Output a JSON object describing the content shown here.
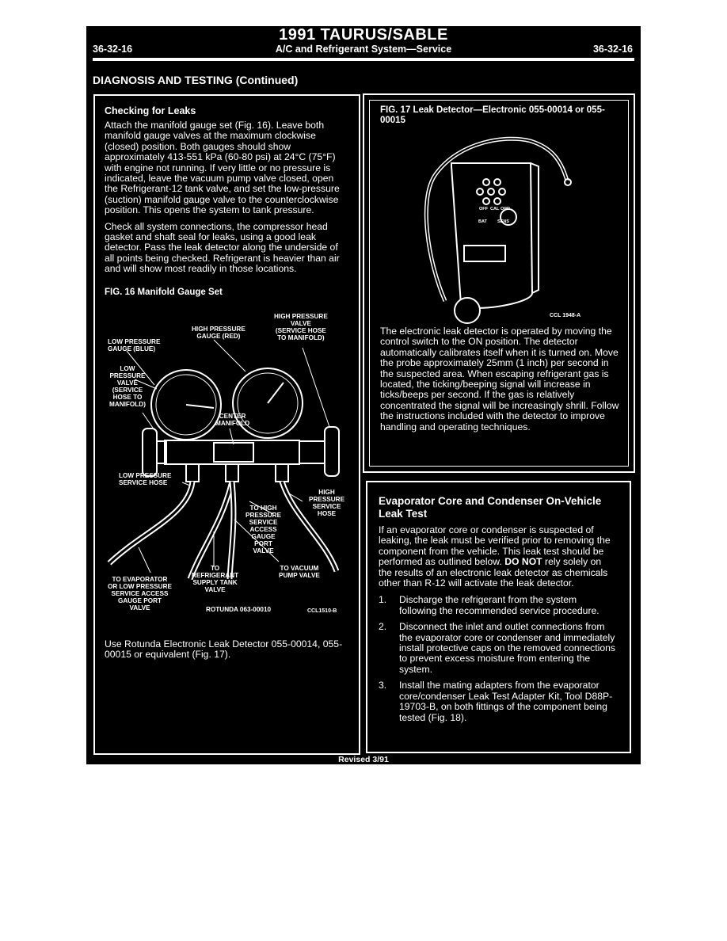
{
  "header": {
    "title": "1991 TAURUS/SABLE",
    "page_left": "36-32-16",
    "page_center": "A/C and Refrigerant System—Service",
    "page_right": "36-32-16"
  },
  "section_title": "DIAGNOSIS AND TESTING (Continued)",
  "left": {
    "heading": "Checking for Leaks",
    "para1": "Attach the manifold gauge set (Fig. 16). Leave both manifold gauge valves at the maximum clockwise (closed) position. Both gauges should show approximately 413-551 kPa (60-80 psi) at 24°C (75°F) with engine not running. If very little or no pressure is indicated, leave the vacuum pump valve closed, open the Refrigerant-12 tank valve, and set the low-pressure (suction) manifold gauge valve to the counterclockwise position. This opens the system to tank pressure.",
    "para2": "Check all system connections, the compressor head gasket and shaft seal for leaks, using a good leak detector. Pass the leak detector along the underside of all points being checked. Refrigerant is heavier than air and will show most readily in those locations.",
    "fig_caption": "FIG. 16 Manifold Gauge Set",
    "labels": {
      "low_gauge": "LOW PRESSURE\nGAUGE (BLUE)",
      "high_gauge": "HIGH PRESSURE\nGAUGE (RED)",
      "high_valve": "HIGH PRESSURE\nVALVE\n(SERVICE HOSE\nTO MANIFOLD)",
      "low_valve": "LOW\nPRESSURE\nVALVE\n(SERVICE\nHOSE TO\nMANIFOLD)",
      "center": "CENTER\nMANIFOLD",
      "low_hose": "LOW PRESSURE\nSERVICE HOSE",
      "high_hose": "HIGH\nPRESSURE\nSERVICE\nHOSE",
      "to_high": "TO HIGH\nPRESSURE\nSERVICE\nACCESS\nGAUGE\nPORT\nVALVE",
      "to_vac": "TO VACUUM\nPUMP VALVE",
      "to_tank": "TO\nREFRIGERANT\nSUPPLY TANK\nVALVE",
      "to_evap": "TO EVAPORATOR\nOR LOW PRESSURE\nSERVICE ACCESS\nGAUGE PORT\nVALVE",
      "rotunda": "ROTUNDA 063-00010",
      "code": "CCL1510-B"
    },
    "closing": "Use Rotunda Electronic Leak Detector 055-00014, 055-00015 or equivalent (Fig. 17)."
  },
  "right_top": {
    "fig_caption": "FIG. 17 Leak Detector—Electronic 055-00014 or 055-00015",
    "device_labels": {
      "off": "OFF",
      "cal": "CAL",
      "opr": "OPR",
      "bat": "BAT",
      "sens": "SENS"
    },
    "code": "CCL 1948-A",
    "para": "The electronic leak detector is operated by moving the control switch to the ON position. The detector automatically calibrates itself when it is turned on. Move the probe approximately 25mm (1 inch) per second in the suspected area. When escaping refrigerant gas is located, the ticking/beeping signal will increase in ticks/beeps per second. If the gas is relatively concentrated the signal will be increasingly shrill. Follow the instructions included with the detector to improve handling and operating techniques."
  },
  "right_bottom": {
    "heading": "Evaporator Core and Condenser On-Vehicle Leak Test",
    "intro_a": "If an evaporator core or condenser is suspected of leaking, the leak must be verified prior to removing the component from the vehicle. This leak test should be performed as outlined below. ",
    "intro_b": "DO NOT",
    "intro_c": " rely solely on the results of an electronic leak detector as chemicals other than R-12 will activate the leak detector.",
    "steps": [
      {
        "n": "1.",
        "text": "Discharge the refrigerant from the system following the recommended service procedure."
      },
      {
        "n": "2.",
        "text": "Disconnect the inlet and outlet connections from the evaporator core or condenser and immediately install protective caps on the removed connections to prevent excess moisture from entering the system."
      },
      {
        "n": "3.",
        "text": "Install the mating adapters from the evaporator core/condenser Leak Test Adapter Kit, Tool D88P-19703-B, on both fittings of the component being tested (Fig. 18)."
      }
    ]
  },
  "footer": "Revised 3/91"
}
